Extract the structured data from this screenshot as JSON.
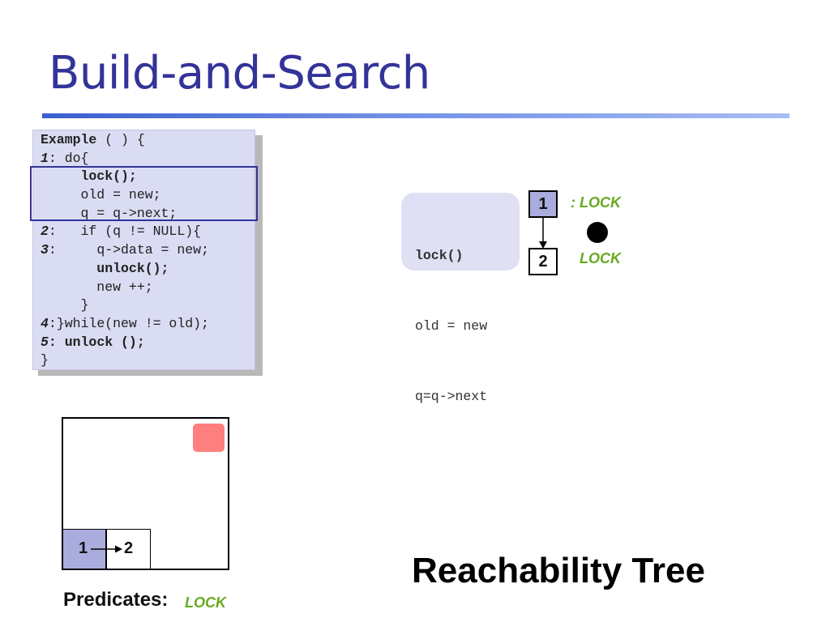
{
  "slide": {
    "title": "Build-and-Search"
  },
  "code": [
    {
      "label": "Example",
      "text": " ( ) {"
    },
    {
      "label": "1",
      "text": ": do{"
    },
    {
      "label": "",
      "text": "     lock();",
      "bold": true
    },
    {
      "label": "",
      "text": "     old = new;"
    },
    {
      "label": "",
      "text": "     q = q->next;"
    },
    {
      "label": "2",
      "text": ":   if (q != NULL){"
    },
    {
      "label": "3",
      "text": ":     q->data = new;"
    },
    {
      "label": "",
      "text": "       unlock();",
      "bold": true
    },
    {
      "label": "",
      "text": "       new ++;"
    },
    {
      "label": "",
      "text": "     }"
    },
    {
      "label": "4",
      "text": ":}while(new != old);"
    },
    {
      "label": "5",
      "text": ": unlock ();",
      "bold": true
    },
    {
      "label": "",
      "text": "}"
    }
  ],
  "state": {
    "lines": [
      "lock()",
      "old = new",
      "q=q->next"
    ]
  },
  "tree": {
    "node_top": "1",
    "node_bottom": "2",
    "label_top": ": LOCK",
    "label_bottom": "LOCK"
  },
  "region": {
    "cell_left": "1",
    "cell_right": "2"
  },
  "predicates": {
    "label": "Predicates:",
    "value": "LOCK"
  },
  "caption": "Reachability Tree",
  "colors": {
    "title": "#333399",
    "predicate": "#66aa22",
    "node_fill": "#a9acdd",
    "pink_region": "#ff7f7f"
  }
}
